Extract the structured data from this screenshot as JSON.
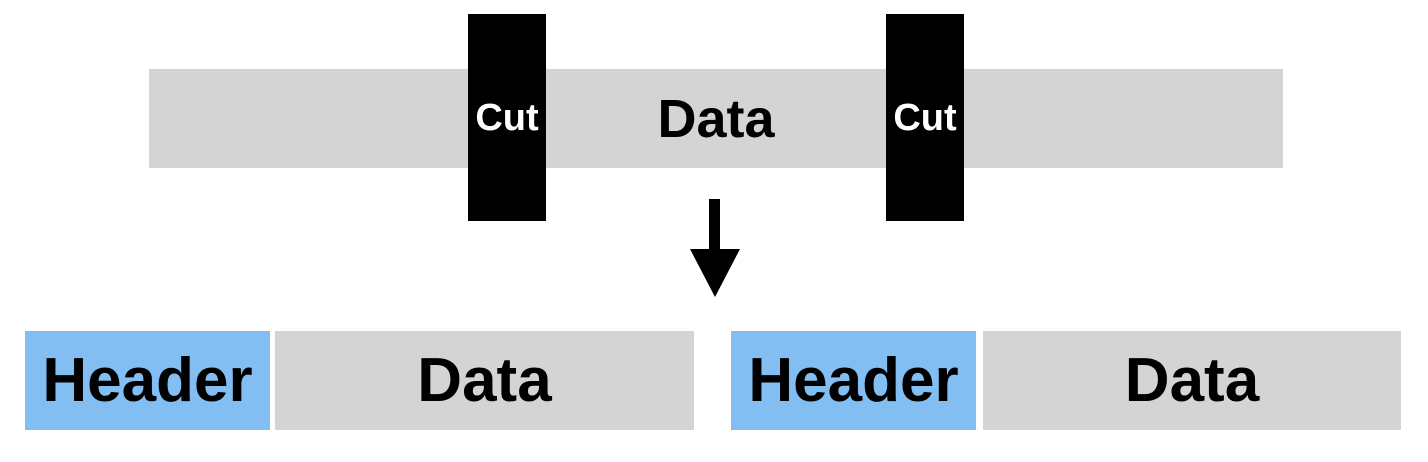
{
  "diagram": {
    "description": "packet-segmentation-diagram",
    "top_bar": {
      "label": "Data"
    },
    "cut_markers": [
      {
        "label": "Cut"
      },
      {
        "label": "Cut"
      }
    ],
    "arrow": {
      "icon": "down-arrow-icon"
    },
    "segments": [
      {
        "header_label": "Header",
        "data_label": "Data"
      },
      {
        "header_label": "Header",
        "data_label": "Data"
      }
    ],
    "colors": {
      "bar_gray": "#d4d4d4",
      "header_blue": "#82bef2",
      "cut_black": "#000000",
      "cut_text_white": "#ffffff",
      "arrow_black": "#000000",
      "text_black": "#000000"
    }
  }
}
